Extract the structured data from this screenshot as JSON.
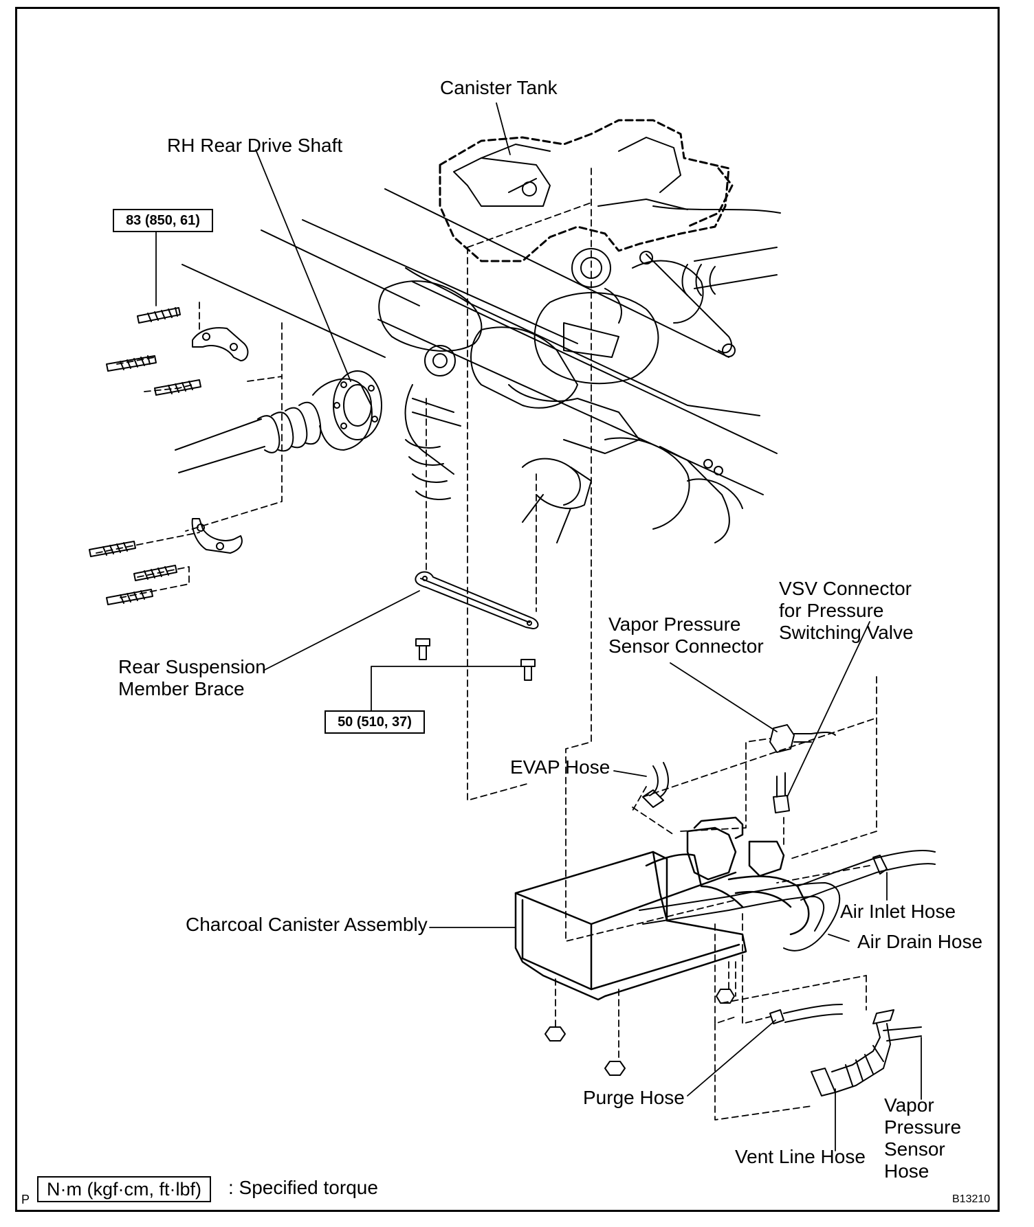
{
  "labels": {
    "canister_tank": "Canister Tank",
    "rh_rear_drive_shaft": "RH Rear Drive Shaft",
    "rear_suspension_member_brace": "Rear Suspension\nMember Brace",
    "vapor_pressure_sensor_connector": "Vapor Pressure\nSensor Connector",
    "vsv_connector": "VSV Connector\nfor Pressure\nSwitching Valve",
    "evap_hose": "EVAP Hose",
    "charcoal_canister_assembly": "Charcoal Canister Assembly",
    "air_inlet_hose": "Air Inlet Hose",
    "air_drain_hose": "Air Drain Hose",
    "purge_hose": "Purge Hose",
    "vent_line_hose": "Vent Line Hose",
    "vapor_pressure_sensor_hose": "Vapor\nPressure\nSensor\nHose"
  },
  "torque_specs": {
    "drive_shaft_bolts": "83 (850, 61)",
    "brace_bolts": "50 (510, 37)"
  },
  "legend": {
    "marker": "P",
    "unit_box": "N·m (kgf·cm, ft·lbf)",
    "description": ": Specified torque"
  },
  "figure_code": "B13210"
}
